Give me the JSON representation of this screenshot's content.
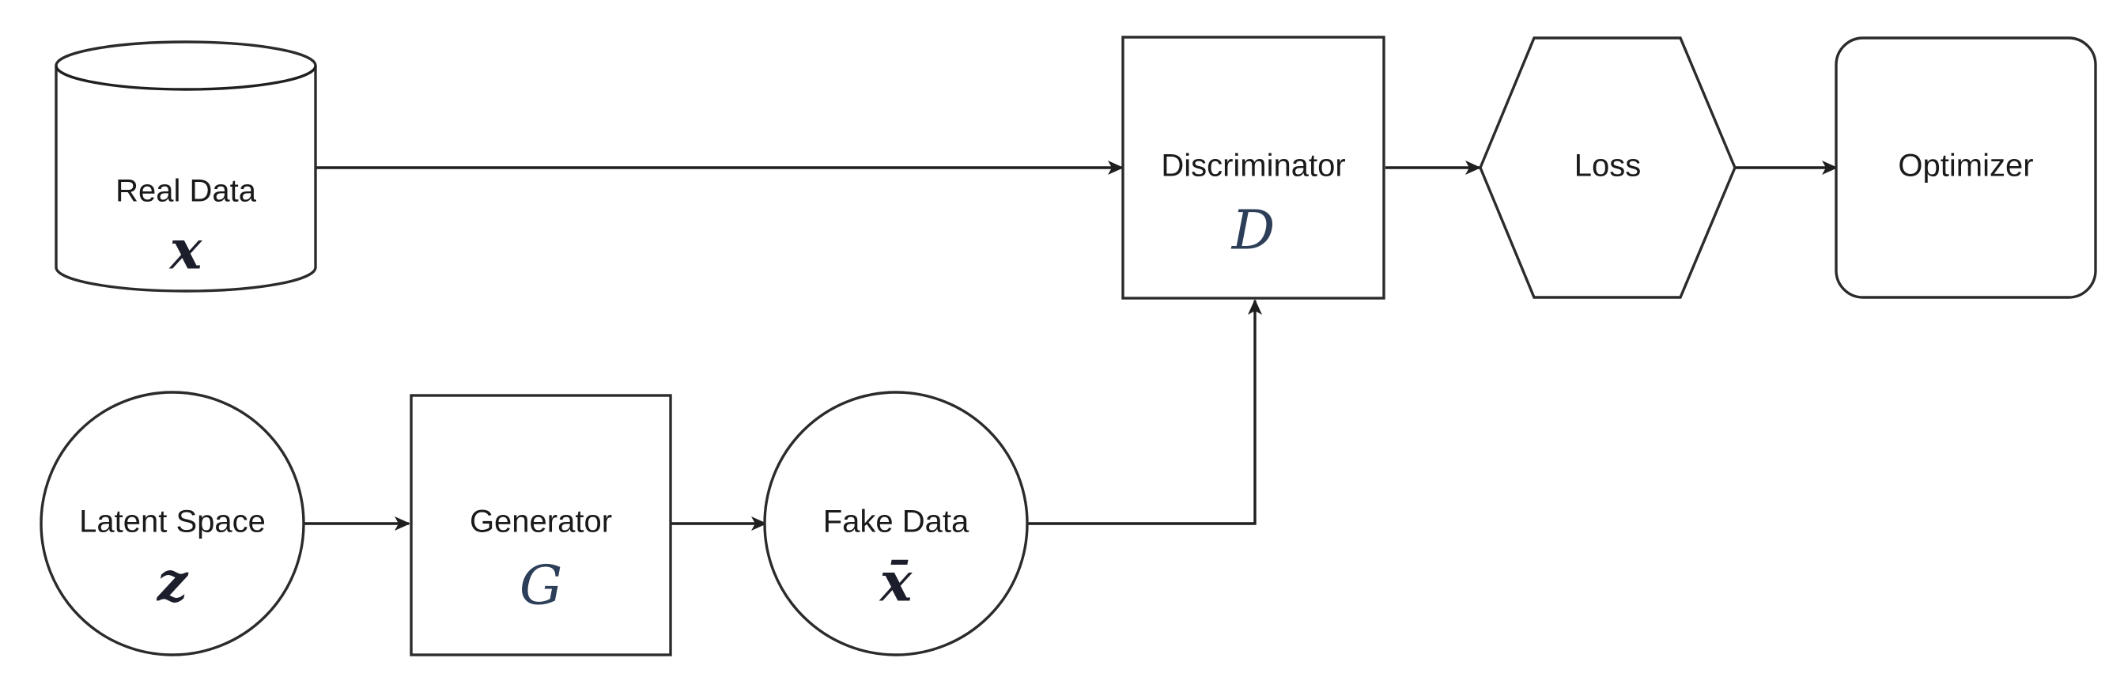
{
  "nodes": {
    "real_data": {
      "label": "Real Data",
      "symbol": "x",
      "shape": "cylinder"
    },
    "discriminator": {
      "label": "Discriminator",
      "symbol": "D",
      "shape": "rectangle"
    },
    "loss": {
      "label": "Loss",
      "shape": "hexagon"
    },
    "optimizer": {
      "label": "Optimizer",
      "shape": "rounded-rectangle"
    },
    "latent_space": {
      "label": "Latent Space",
      "symbol": "z",
      "shape": "circle"
    },
    "generator": {
      "label": "Generator",
      "symbol": "G",
      "shape": "rectangle"
    },
    "fake_data": {
      "label": "Fake Data",
      "symbol": "x̄",
      "shape": "circle"
    }
  },
  "edges": [
    {
      "from": "real_data",
      "to": "discriminator"
    },
    {
      "from": "discriminator",
      "to": "loss"
    },
    {
      "from": "loss",
      "to": "optimizer"
    },
    {
      "from": "latent_space",
      "to": "generator"
    },
    {
      "from": "generator",
      "to": "fake_data"
    },
    {
      "from": "fake_data",
      "to": "discriminator"
    }
  ],
  "colors": {
    "stroke": "#2b2b2b",
    "text": "#1a1a1a",
    "background": "#ffffff"
  }
}
